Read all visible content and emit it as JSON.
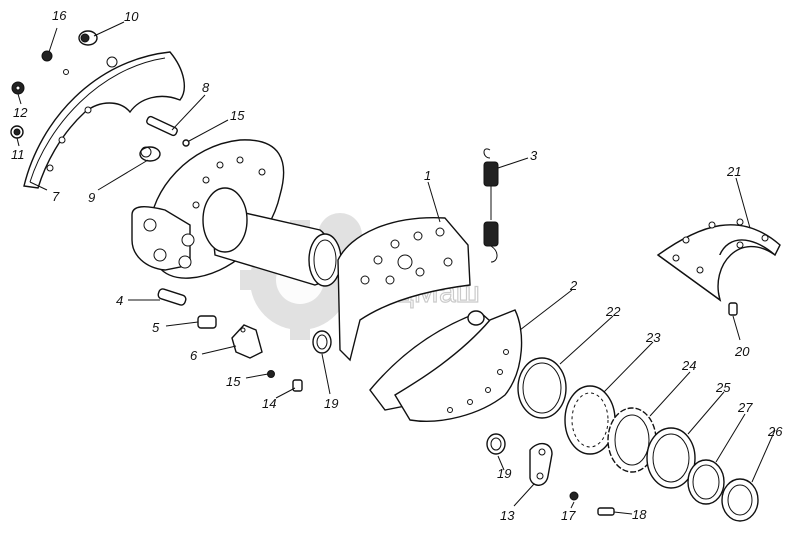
{
  "watermark": {
    "text": "СпецМаш"
  },
  "callouts": [
    {
      "label": "16"
    },
    {
      "label": "10"
    },
    {
      "label": "12"
    },
    {
      "label": "11"
    },
    {
      "label": "7"
    },
    {
      "label": "8"
    },
    {
      "label": "15"
    },
    {
      "label": "9"
    },
    {
      "label": "1"
    },
    {
      "label": "3"
    },
    {
      "label": "21"
    },
    {
      "label": "2"
    },
    {
      "label": "4"
    },
    {
      "label": "5"
    },
    {
      "label": "6"
    },
    {
      "label": "15"
    },
    {
      "label": "14"
    },
    {
      "label": "19"
    },
    {
      "label": "22"
    },
    {
      "label": "23"
    },
    {
      "label": "24"
    },
    {
      "label": "25"
    },
    {
      "label": "27"
    },
    {
      "label": "26"
    },
    {
      "label": "20"
    },
    {
      "label": "19"
    },
    {
      "label": "13"
    },
    {
      "label": "17"
    },
    {
      "label": "18"
    }
  ]
}
